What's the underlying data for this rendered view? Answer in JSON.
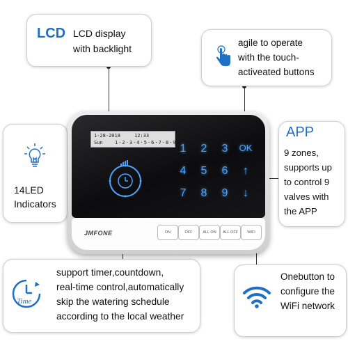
{
  "callouts": {
    "lcd": {
      "title": "LCD",
      "line1": "LCD display",
      "line2": "with backlight"
    },
    "touch": {
      "line1": "agile to operate",
      "line2": "with the touch-",
      "line3": "activeated buttons"
    },
    "led": {
      "line1": "14LED",
      "line2": "Indicators"
    },
    "app": {
      "title": "APP",
      "line1": "9 zones,",
      "line2": "supports up",
      "line3": "to control 9",
      "line4": "valves with",
      "line5": "the APP"
    },
    "timer": {
      "icon_text": "Time",
      "line1": "support timer,countdown,",
      "line2": "real-time control,automatically",
      "line3": "skip the watering schedule",
      "line4": "according to the local weather"
    },
    "wifi": {
      "line1": "Onebutton to",
      "line2": "configure the",
      "line3": "WiFi network"
    }
  },
  "device": {
    "lcd_date": "1-28-2018",
    "lcd_time": "12:33",
    "lcd_day": "Sun",
    "lcd_zones": "1·2·3·4·5·6·7·8·9",
    "keys": [
      "1",
      "2",
      "3",
      "OK",
      "4",
      "5",
      "6",
      "↑",
      "7",
      "8",
      "9",
      "↓"
    ],
    "brand": "JMFONE",
    "buttons": [
      "ON",
      "OFF",
      "ALL ON",
      "ALL OFF",
      "WIFI"
    ]
  },
  "icons": [
    "touch-hand-icon",
    "lightbulb-icon",
    "alarm-clock-icon",
    "clock-icon",
    "wifi-icon"
  ],
  "colors": {
    "accent": "#1f6fc5",
    "key_glow": "#4ea3ff",
    "wifi_blue": "#1f6fc5"
  }
}
